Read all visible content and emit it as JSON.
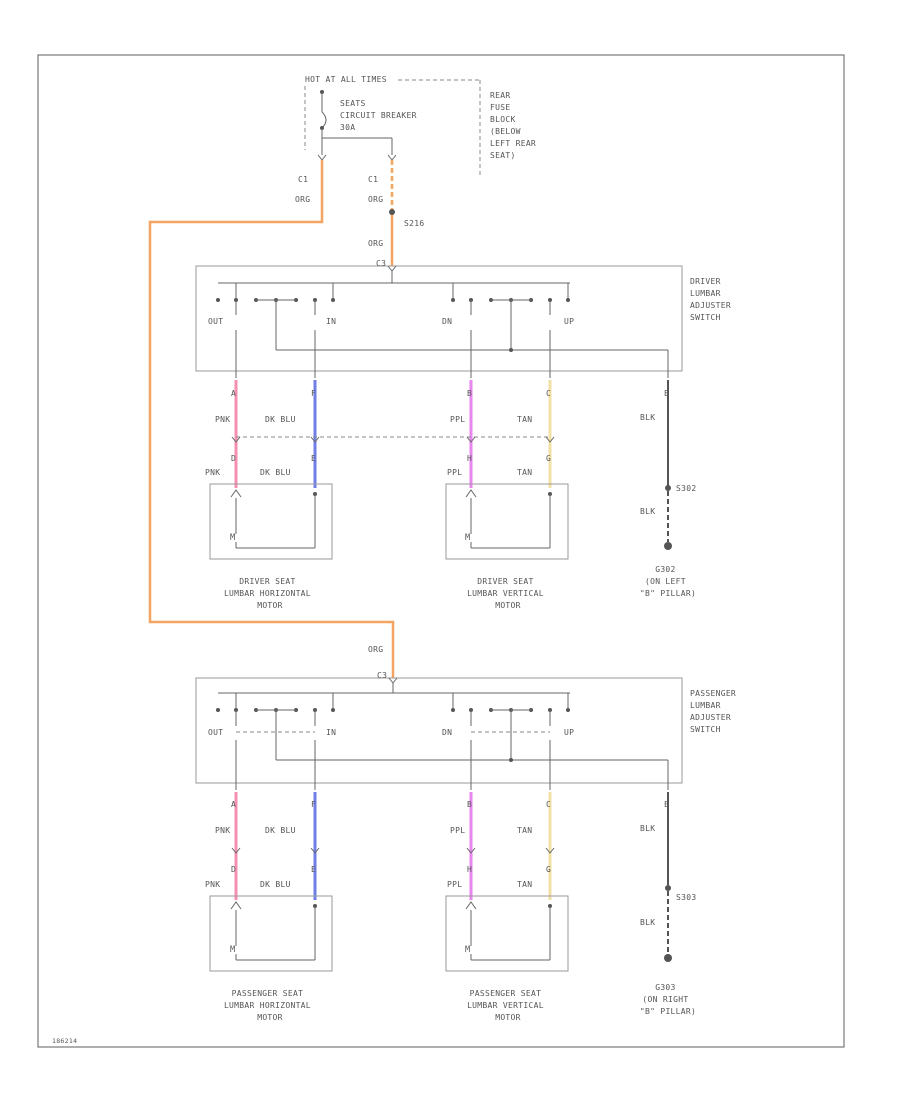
{
  "fuse": {
    "hot_label": "HOT AT ALL TIMES",
    "block_lines": [
      "REAR",
      "FUSE",
      "BLOCK",
      "(BELOW",
      "LEFT REAR",
      "SEAT)"
    ],
    "breaker_lines": [
      "SEATS",
      "CIRCUIT BREAKER",
      "30A"
    ],
    "left_pin": "C1",
    "left_wire": "ORG",
    "right_pin": "C1",
    "right_wire_top": "ORG",
    "splice": "S216",
    "right_wire_bottom": "ORG"
  },
  "driver_switch": {
    "pin_top": "C3",
    "name_lines": [
      "DRIVER",
      "LUMBAR",
      "ADJUSTER",
      "SWITCH"
    ],
    "contacts": [
      "OUT",
      "IN",
      "DN",
      "UP"
    ],
    "wires": [
      {
        "pin": "A",
        "color": "PNK",
        "hex": "#f48fb1"
      },
      {
        "pin": "F",
        "color": "DK BLU",
        "hex": "#6f7fe6"
      },
      {
        "pin": "B",
        "color": "PPL",
        "hex": "#e985ef"
      },
      {
        "pin": "C",
        "color": "TAN",
        "hex": "#f2e1a6"
      },
      {
        "pin": "E",
        "color": "BLK",
        "hex": "#555555"
      }
    ]
  },
  "driver_motors": {
    "horizontal": {
      "pins": [
        "D",
        "E"
      ],
      "colors": [
        "PNK",
        "DK BLU"
      ],
      "name_lines": [
        "DRIVER SEAT",
        "LUMBAR HORIZONTAL",
        "MOTOR"
      ]
    },
    "vertical": {
      "pins": [
        "H",
        "G"
      ],
      "colors": [
        "PPL",
        "TAN"
      ],
      "name_lines": [
        "DRIVER SEAT",
        "LUMBAR VERTICAL",
        "MOTOR"
      ]
    },
    "motor_symbol": "M"
  },
  "driver_ground": {
    "splice": "S302",
    "wire": "BLK",
    "name_lines": [
      "G302",
      "(ON LEFT",
      "\"B\" PILLAR)"
    ]
  },
  "pass_feed": {
    "wire": "ORG"
  },
  "pass_switch": {
    "pin_top": "C3",
    "name_lines": [
      "PASSENGER",
      "LUMBAR",
      "ADJUSTER",
      "SWITCH"
    ],
    "contacts": [
      "OUT",
      "IN",
      "DN",
      "UP"
    ],
    "wires": [
      {
        "pin": "A",
        "color": "PNK",
        "hex": "#f48fb1"
      },
      {
        "pin": "F",
        "color": "DK BLU",
        "hex": "#6f7fe6"
      },
      {
        "pin": "B",
        "color": "PPL",
        "hex": "#e985ef"
      },
      {
        "pin": "C",
        "color": "TAN",
        "hex": "#f2e1a6"
      },
      {
        "pin": "E",
        "color": "BLK",
        "hex": "#555555"
      }
    ]
  },
  "pass_motors": {
    "horizontal": {
      "pins": [
        "D",
        "E"
      ],
      "colors": [
        "PNK",
        "DK BLU"
      ],
      "name_lines": [
        "PASSENGER SEAT",
        "LUMBAR HORIZONTAL",
        "MOTOR"
      ]
    },
    "vertical": {
      "pins": [
        "H",
        "G"
      ],
      "colors": [
        "PPL",
        "TAN"
      ],
      "name_lines": [
        "PASSENGER SEAT",
        "LUMBAR VERTICAL",
        "MOTOR"
      ]
    },
    "motor_symbol": "M"
  },
  "pass_ground": {
    "splice": "S303",
    "wire": "BLK",
    "name_lines": [
      "G303",
      "(ON RIGHT",
      "\"B\" PILLAR)"
    ]
  },
  "colors": {
    "feed": "#f4a460",
    "frame": "#777777"
  },
  "footer_code": "186214"
}
